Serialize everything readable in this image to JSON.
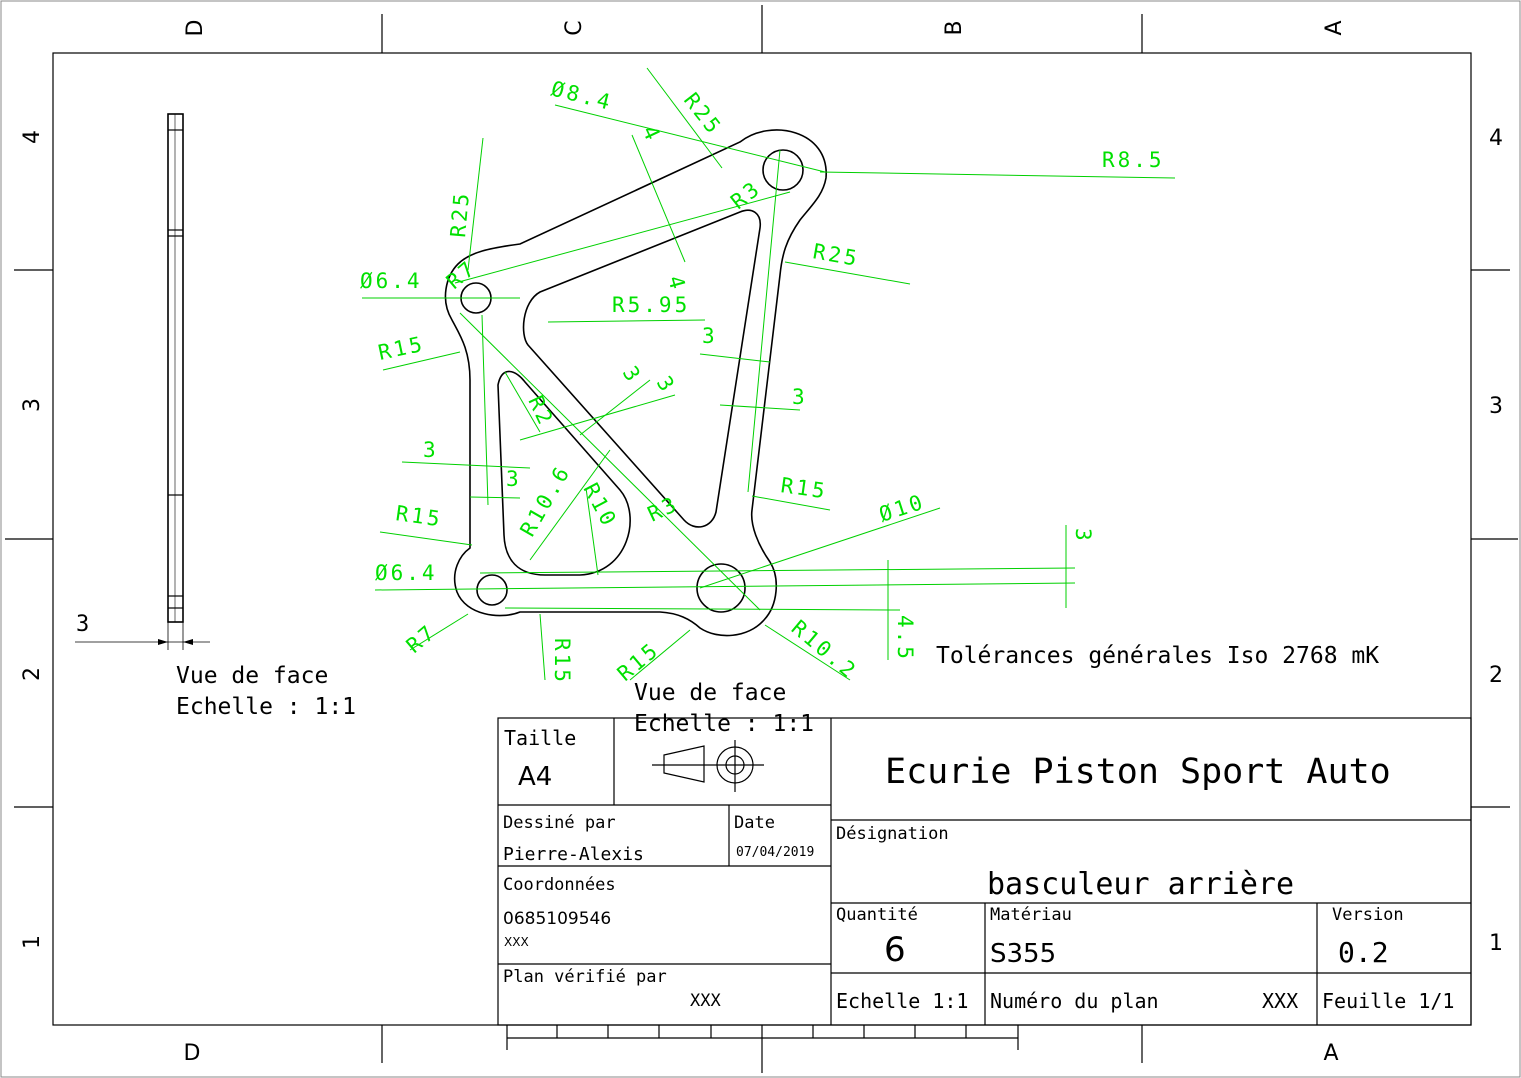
{
  "zones": {
    "columns": [
      "D",
      "C",
      "B",
      "A"
    ],
    "rows": [
      "4",
      "3",
      "2",
      "1"
    ],
    "bottom_columns": [
      "D",
      "A"
    ]
  },
  "dimensions": {
    "d84": "Ø8.4",
    "r25_top": "R25",
    "d4_top": "4",
    "r85": "R8.5",
    "r3_top": "R3",
    "r25_left": "R25",
    "d64_top": "Ø6.4",
    "r7_top": "R7",
    "r25_right": "R25",
    "d4_mid": "4",
    "r595": "R5.95",
    "r15_left_top": "R15",
    "d3_right_a": "3",
    "d3_center_a": "3",
    "d3_center_b": "3",
    "d3_right_b": "3",
    "r2": "R2",
    "d3_left_a": "3",
    "d3_left_b": "3",
    "r106": "R10.6",
    "r10": "R10",
    "r15_right": "R15",
    "r3_mid": "R3",
    "d10": "Ø10",
    "r15_left_bottom": "R15",
    "d3_far_right": "3",
    "d64_bottom": "Ø6.4",
    "r7_bottom": "R7",
    "r15_bottom_a": "R15",
    "r15_bottom_b": "R15",
    "r102": "R10.2",
    "d45": "4.5",
    "side_thickness": "3"
  },
  "notes": {
    "tolerances": "Tolérances générales Iso 2768 mK",
    "view1_name": "Vue de face",
    "view1_scale": "Echelle :  1:1",
    "view2_name": "Vue de face",
    "view2_scale": "Echelle :  1:1"
  },
  "title_block": {
    "size_label": "Taille",
    "size_value": "A4",
    "company": "Ecurie Piston Sport Auto",
    "drawn_by_label": "Dessiné par",
    "drawn_by_value": "Pierre-Alexis",
    "date_label": "Date",
    "date_value": "07/04/2019",
    "designation_label": "Désignation",
    "designation_value": "basculeur arrière",
    "coords_label": "Coordonnées",
    "coords_phone": "0685109546",
    "coords_extra": "XXX",
    "checked_label": "Plan vérifié par",
    "checked_value": "XXX",
    "quantity_label": "Quantité",
    "quantity_value": "6",
    "material_label": "Matériau",
    "material_value": "S355",
    "version_label": "Version",
    "version_value": "0.2",
    "scale_label": "Echelle 1:1",
    "plan_number_label": "Numéro du plan",
    "plan_number_value": "XXX",
    "sheet_label": "Feuille 1/1"
  },
  "colors": {
    "dimension": "#00e000",
    "line": "#000000"
  }
}
